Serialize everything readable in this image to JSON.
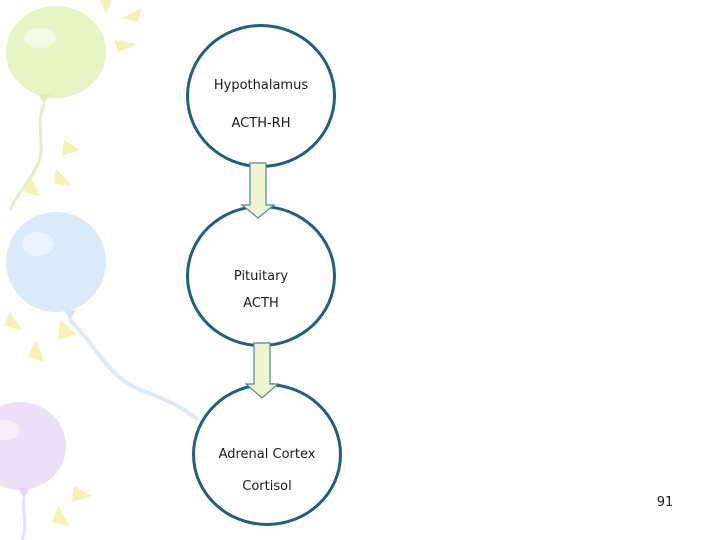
{
  "diagram": {
    "nodes": [
      {
        "id": "hypothalamus",
        "title": "Hypothalamus",
        "hormone": "ACTH-RH"
      },
      {
        "id": "pituitary",
        "title": "Pituitary",
        "hormone": "ACTH"
      },
      {
        "id": "adrenal",
        "title": "Adrenal Cortex",
        "hormone": "Cortisol"
      }
    ],
    "edges": [
      {
        "from": "hypothalamus",
        "to": "pituitary"
      },
      {
        "from": "pituitary",
        "to": "adrenal"
      }
    ]
  },
  "slide": {
    "page_number": "91"
  },
  "colors": {
    "node_border": "#1f5f82",
    "arrow_fill": "#eef5cf",
    "arrow_stroke": "#4f8a8b",
    "balloon_green": "#e7f4c4",
    "balloon_blue": "#d9eaf9",
    "balloon_purple": "#ece0f8",
    "sun_yellow": "#f7f2b2"
  }
}
